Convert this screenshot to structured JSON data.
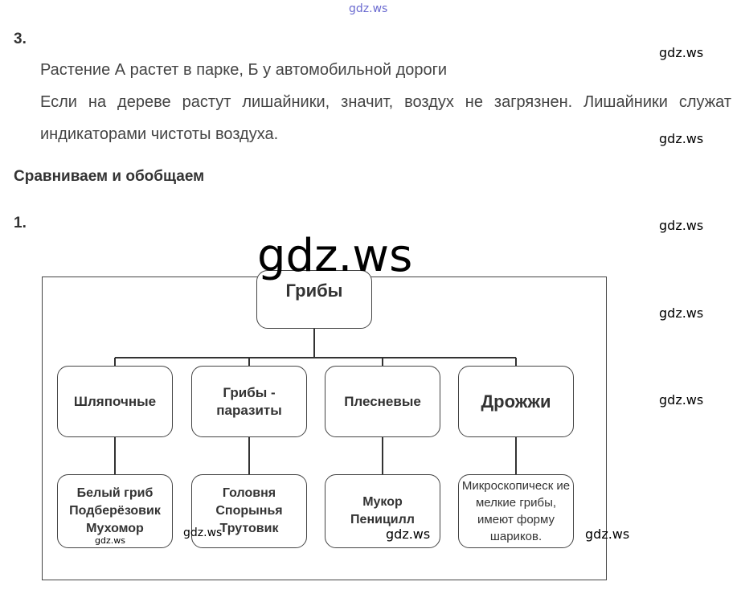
{
  "watermark": "gdz.ws",
  "task3": {
    "number": "3.",
    "line1": "Растение А растет в парке, Б у автомобильной дороги",
    "line2": "Если на дереве растут лишайники, значит, воздух не загрязнен. Лишайники служат индикаторами чистоты воздуха."
  },
  "section_heading": "Сравниваем и обобщаем",
  "task1": {
    "number": "1."
  },
  "diagram": {
    "root": "Грибы",
    "groups": [
      {
        "title": "Шляпочные",
        "examples": "Белый гриб Подберёзовик Мухомор"
      },
      {
        "title": "Грибы - паразиты",
        "examples": "Головня Спорынья Трутовик"
      },
      {
        "title": "Плесневые",
        "examples": "Мукор Пеницилл"
      },
      {
        "title": "Дрожжи",
        "examples": "Микроскопическ ие мелкие грибы, имеют форму шариков."
      }
    ]
  }
}
